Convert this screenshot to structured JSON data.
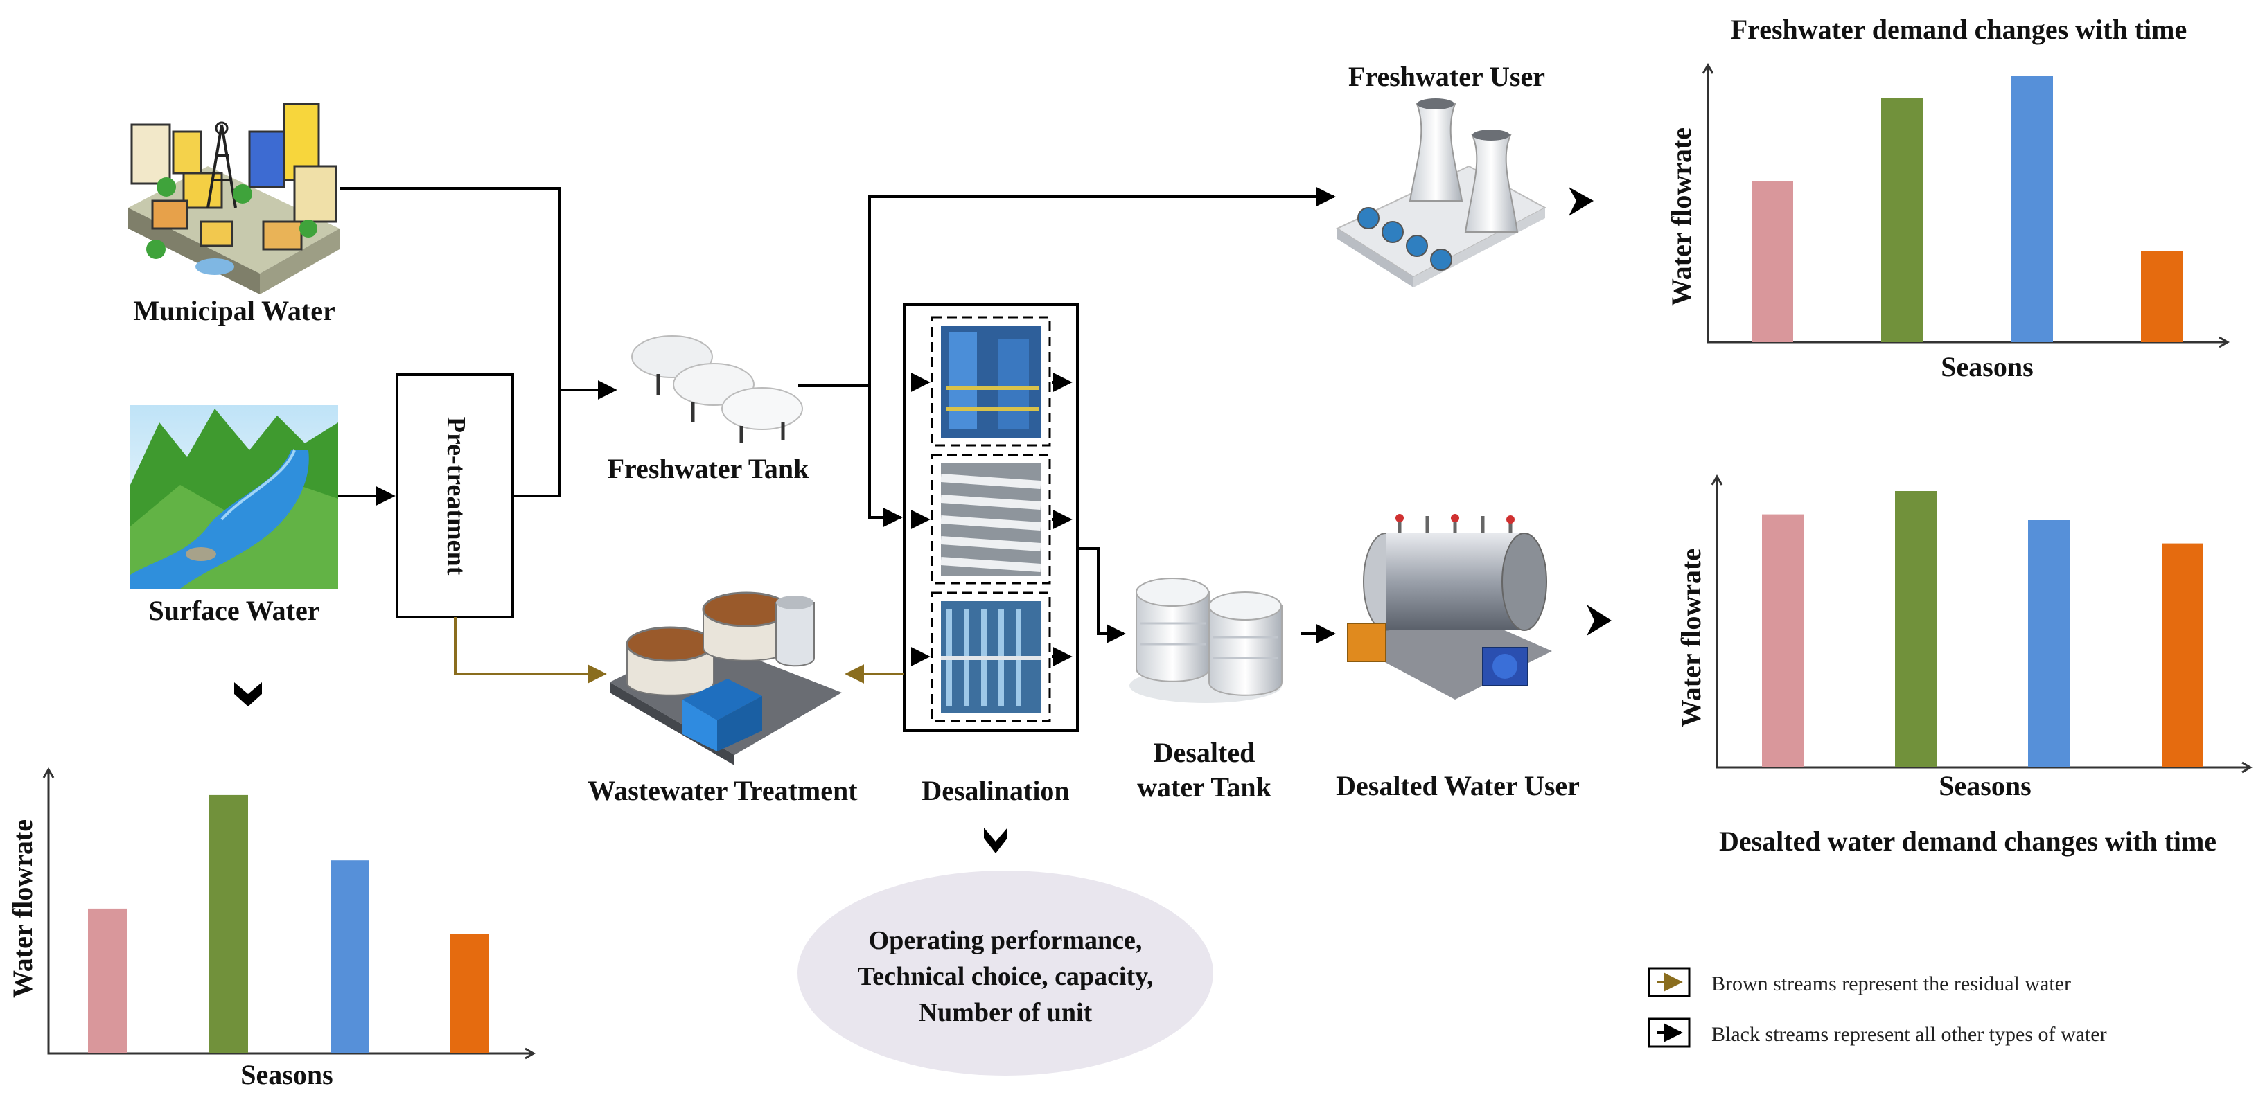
{
  "sources": {
    "municipal": "Municipal Water",
    "surface": "Surface Water"
  },
  "pretreatment": "Pre-treatment",
  "freshwater_tank": "Freshwater Tank",
  "freshwater_user": "Freshwater User",
  "wastewater": "Wastewater Treatment",
  "desalination": "Desalination",
  "desalted_tank": [
    "Desalted",
    "water Tank"
  ],
  "desalted_user": "Desalted Water User",
  "decision_bubble": [
    "Operating performance,",
    "Technical choice, capacity,",
    "Number of unit"
  ],
  "legend": {
    "brown": "Brown streams represent the residual water",
    "black": "Black streams represent all other types of water"
  },
  "colors": {
    "brown_stream": "#8a6d1e",
    "black_stream": "#000000",
    "bubble": "#e9e6ee",
    "bar1": "#d9979b",
    "bar2": "#71913b",
    "bar3": "#5690d9",
    "bar4": "#e56b0f"
  },
  "chart_data": [
    {
      "type": "bar",
      "title": "Freshwater demand changes with time",
      "xlabel": "Seasons",
      "ylabel": "Water flowrate",
      "values": [
        0.58,
        0.88,
        0.96,
        0.33
      ],
      "ylim": [
        0,
        1
      ]
    },
    {
      "type": "bar",
      "title": "Desalted water demand changes with time",
      "xlabel": "Seasons",
      "ylabel": "Water flowrate",
      "values": [
        0.87,
        0.95,
        0.85,
        0.77
      ],
      "ylim": [
        0,
        1
      ]
    },
    {
      "type": "bar",
      "title": "",
      "xlabel": "Seasons",
      "ylabel": "Water flowrate",
      "values": [
        0.51,
        0.91,
        0.68,
        0.42
      ],
      "ylim": [
        0,
        1
      ]
    }
  ]
}
